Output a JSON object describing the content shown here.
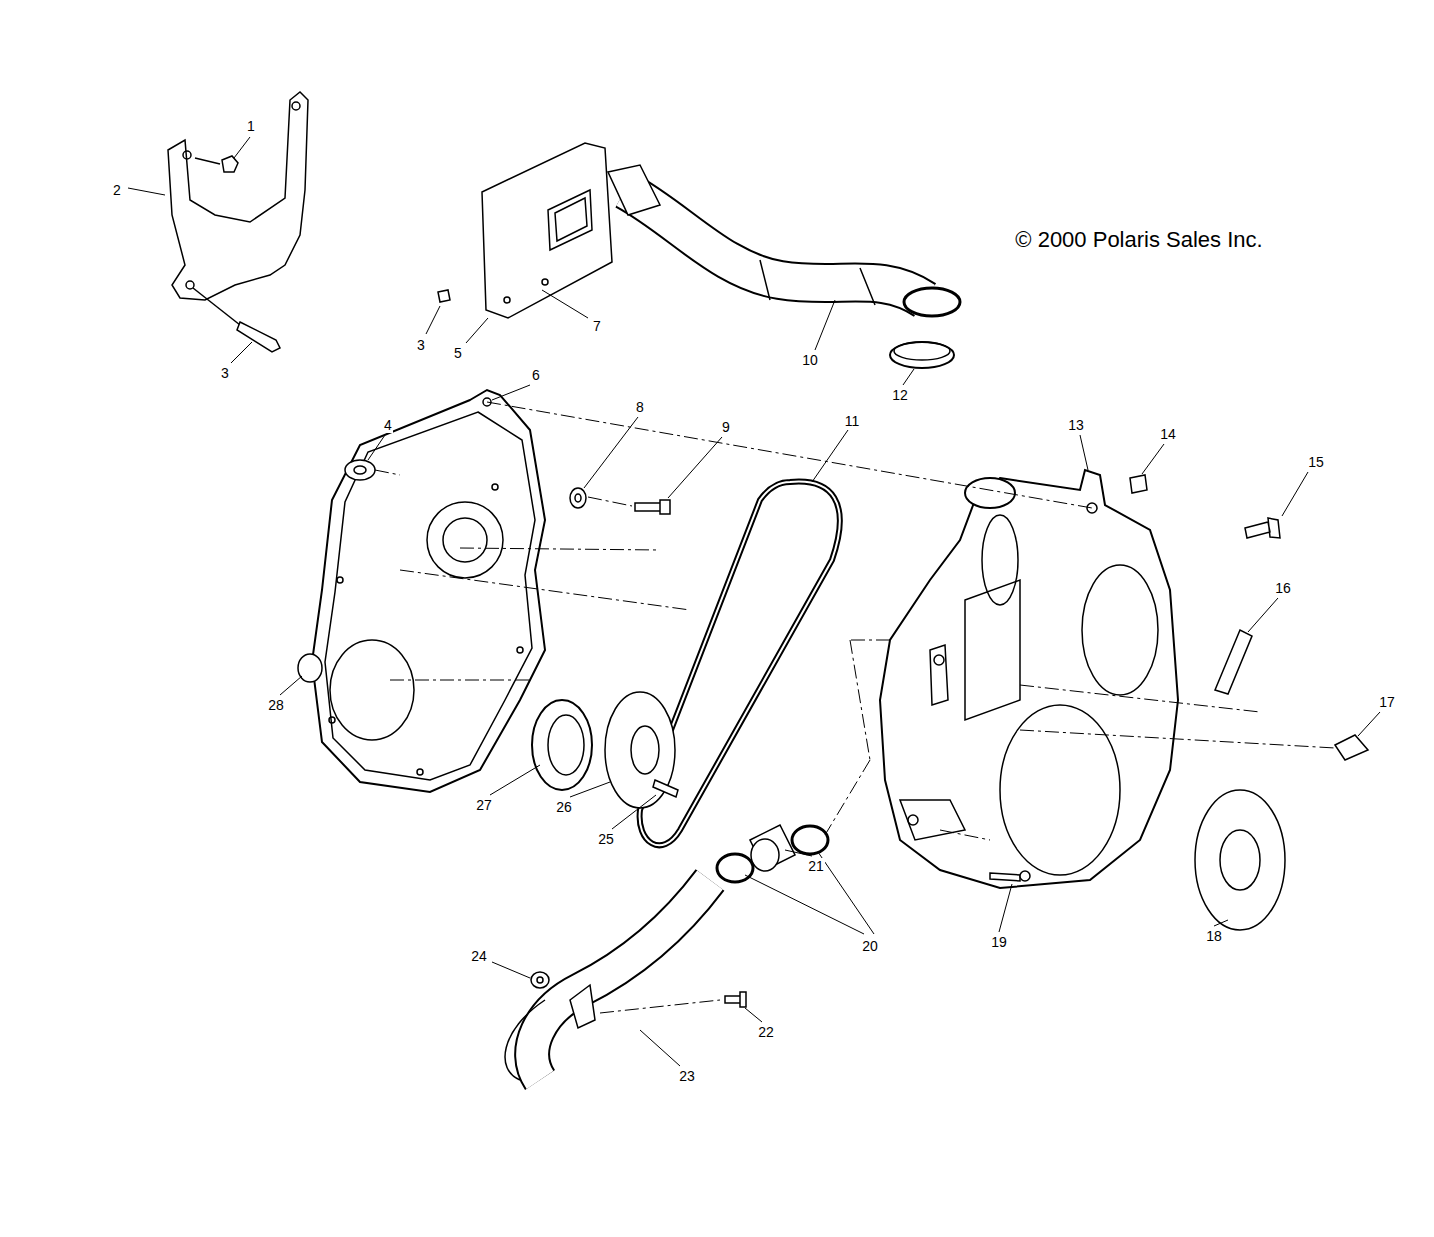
{
  "diagram": {
    "labels": [
      "1",
      "2",
      "3",
      "3",
      "5",
      "7",
      "10",
      "© 2000 Polaris Sales Inc.",
      "12",
      "6",
      "4",
      "8",
      "9",
      "11",
      "13",
      "14",
      "15",
      "16",
      "17",
      "28",
      "27",
      "26",
      "25",
      "21",
      "20",
      "19",
      "18",
      "24",
      "22",
      "23"
    ]
  }
}
